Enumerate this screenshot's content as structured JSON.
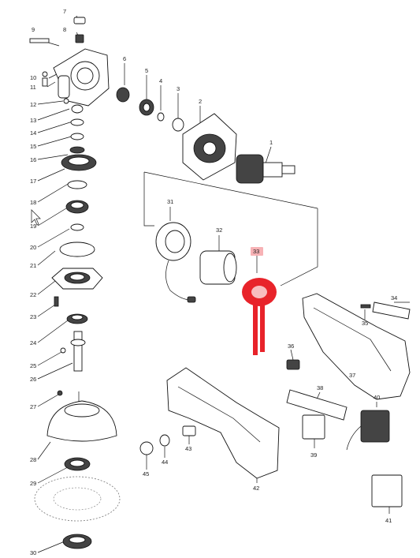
{
  "diagram": {
    "part_numbers": [
      "1",
      "2",
      "3",
      "4",
      "5",
      "6",
      "7",
      "8",
      "9",
      "10",
      "11",
      "12",
      "13",
      "14",
      "15",
      "16",
      "17",
      "18",
      "19",
      "20",
      "21",
      "22",
      "23",
      "24",
      "25",
      "26",
      "27",
      "28",
      "29",
      "30",
      "31",
      "32",
      "33",
      "34",
      "35",
      "36",
      "37",
      "38",
      "39",
      "40",
      "41",
      "42",
      "43",
      "44",
      "45"
    ],
    "highlighted_part": "33",
    "highlight_color": "#e8232a"
  }
}
